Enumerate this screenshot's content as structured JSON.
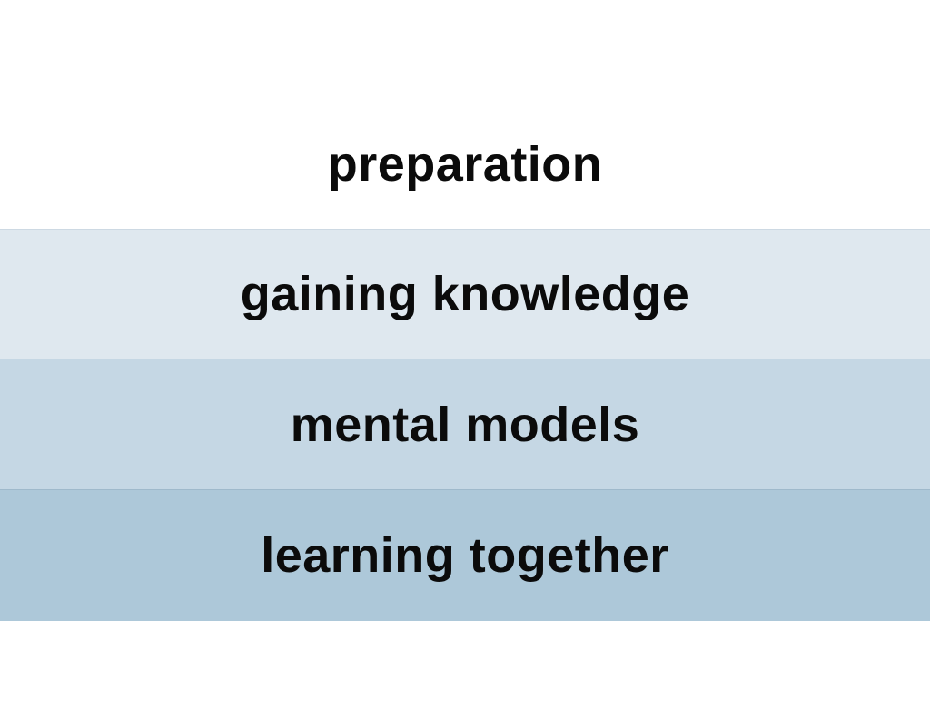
{
  "layers": [
    {
      "label": "preparation",
      "color": "#ffffff"
    },
    {
      "label": "gaining knowledge",
      "color": "#dfe8ef"
    },
    {
      "label": "mental models",
      "color": "#c5d7e4"
    },
    {
      "label": "learning together",
      "color": "#adc8d9"
    }
  ]
}
